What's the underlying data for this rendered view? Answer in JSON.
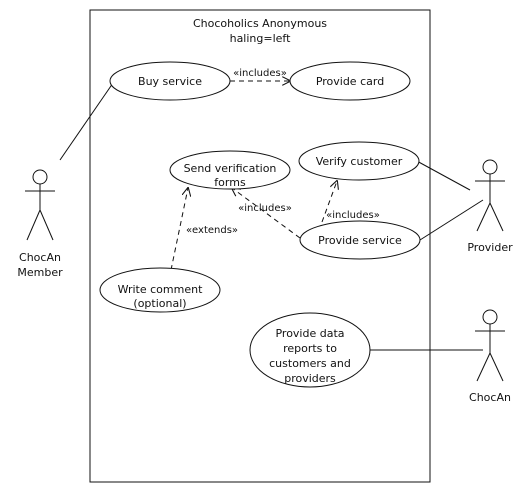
{
  "system": {
    "title_line1": "Chocoholics Anonymous",
    "title_line2": "haling=left"
  },
  "actors": {
    "member": {
      "label_line1": "ChocAn",
      "label_line2": "Member"
    },
    "provider": {
      "label": "Provider"
    },
    "chocan": {
      "label": "ChocAn"
    }
  },
  "use_cases": {
    "buy_service": "Buy service",
    "provide_card": "Provide card",
    "send_verification": {
      "line1": "Send verification",
      "line2": "forms"
    },
    "verify_customer": "Verify customer",
    "provide_service": "Provide service",
    "write_comment": {
      "line1": "Write comment",
      "line2": "(optional)"
    },
    "provide_data": {
      "line1": "Provide data",
      "line2": "reports to",
      "line3": "customers and",
      "line4": "providers"
    }
  },
  "relationships": {
    "includes_card": "«includes»",
    "includes_forms": "«includes»",
    "includes_verify": "«includes»",
    "extends": "«extends»"
  }
}
